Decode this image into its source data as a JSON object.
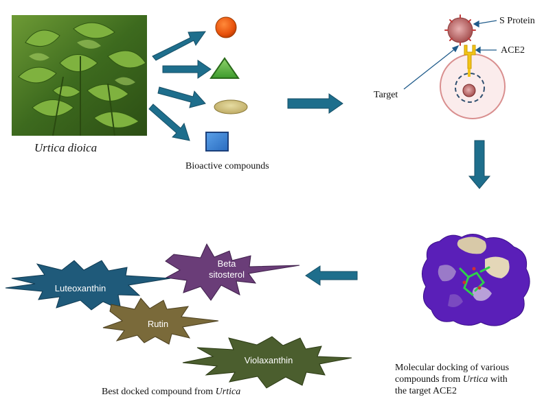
{
  "plant": {
    "name": "Urtica dioica"
  },
  "compounds_caption": "Bioactive compounds",
  "target_panel": {
    "s_protein": "S Protein",
    "ace2": "ACE2",
    "target": "Target"
  },
  "docking": {
    "caption_line1": "Molecular docking  of various",
    "caption_line2_pre": "compounds from ",
    "caption_line2_ital": "Urtica",
    "caption_line2_post": " with",
    "caption_line3": "the target ACE2"
  },
  "best": {
    "caption_pre": "Best docked compound from ",
    "caption_ital": "Urtica"
  },
  "bursts": {
    "beta_line1": "Beta",
    "beta_line2": "sitosterol",
    "luteoxanthin": "Luteoxanthin",
    "rutin": "Rutin",
    "violaxanthin": "Violaxanthin"
  },
  "colors": {
    "arrow": "#1e6e8c",
    "beta": "#6a3d78",
    "luteoxanthin": "#1f5a7a",
    "rutin": "#7a6a3a",
    "violaxanthin": "#4b5e2e",
    "cell": "#d98f8f"
  }
}
